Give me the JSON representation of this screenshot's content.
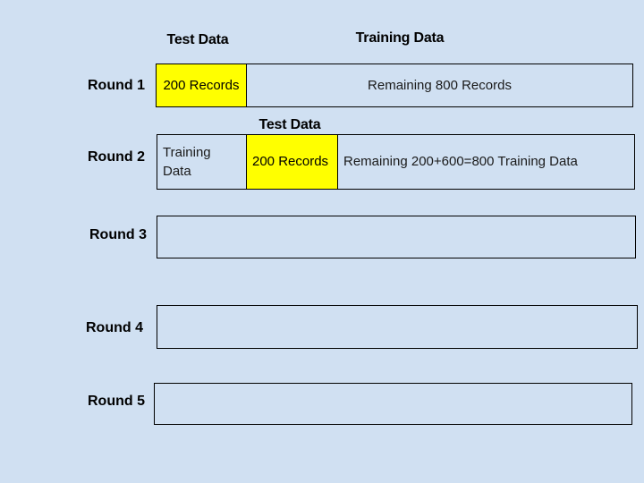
{
  "slide": {
    "background_color": "#d0e0f2",
    "highlight_color": "#ffff00",
    "border_color": "#000000",
    "text_color": "#000000"
  },
  "captions": {
    "test_data_round1": "Test Data",
    "training_data_round1": "Training Data",
    "test_data_round2": "Test Data"
  },
  "rounds": [
    {
      "label": "Round 1",
      "cells": [
        {
          "text": "200 Records",
          "highlight": true
        },
        {
          "text": "Remaining 800 Records",
          "highlight": false
        }
      ]
    },
    {
      "label": "Round 2",
      "cells": [
        {
          "text": "Training Data",
          "highlight": false
        },
        {
          "text": "200 Records",
          "highlight": true
        },
        {
          "text": "Remaining 200+600=800 Training Data",
          "highlight": false
        }
      ]
    },
    {
      "label": "Round 3",
      "cells": []
    },
    {
      "label": "Round 4",
      "cells": []
    },
    {
      "label": "Round 5",
      "cells": []
    }
  ],
  "cell_text": {
    "r1_test": "200 Records",
    "r1_train": "Remaining 800 Records",
    "r2_train_left": "Training Data",
    "r2_test": "200 Records",
    "r2_train_right": "Remaining 200+600=800 Training Data"
  }
}
